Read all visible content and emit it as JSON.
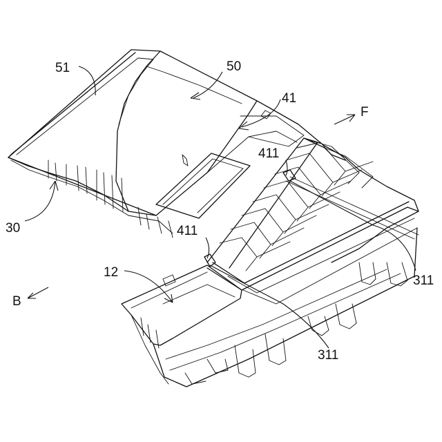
{
  "figure": {
    "labels": {
      "ref_51": "51",
      "ref_50": "50",
      "ref_41": "41",
      "ref_F": "F",
      "ref_411_upper": "411",
      "ref_411_lower": "411",
      "ref_30": "30",
      "ref_311_right": "311",
      "ref_311_bottom": "311",
      "ref_12": "12",
      "ref_B": "B"
    }
  }
}
